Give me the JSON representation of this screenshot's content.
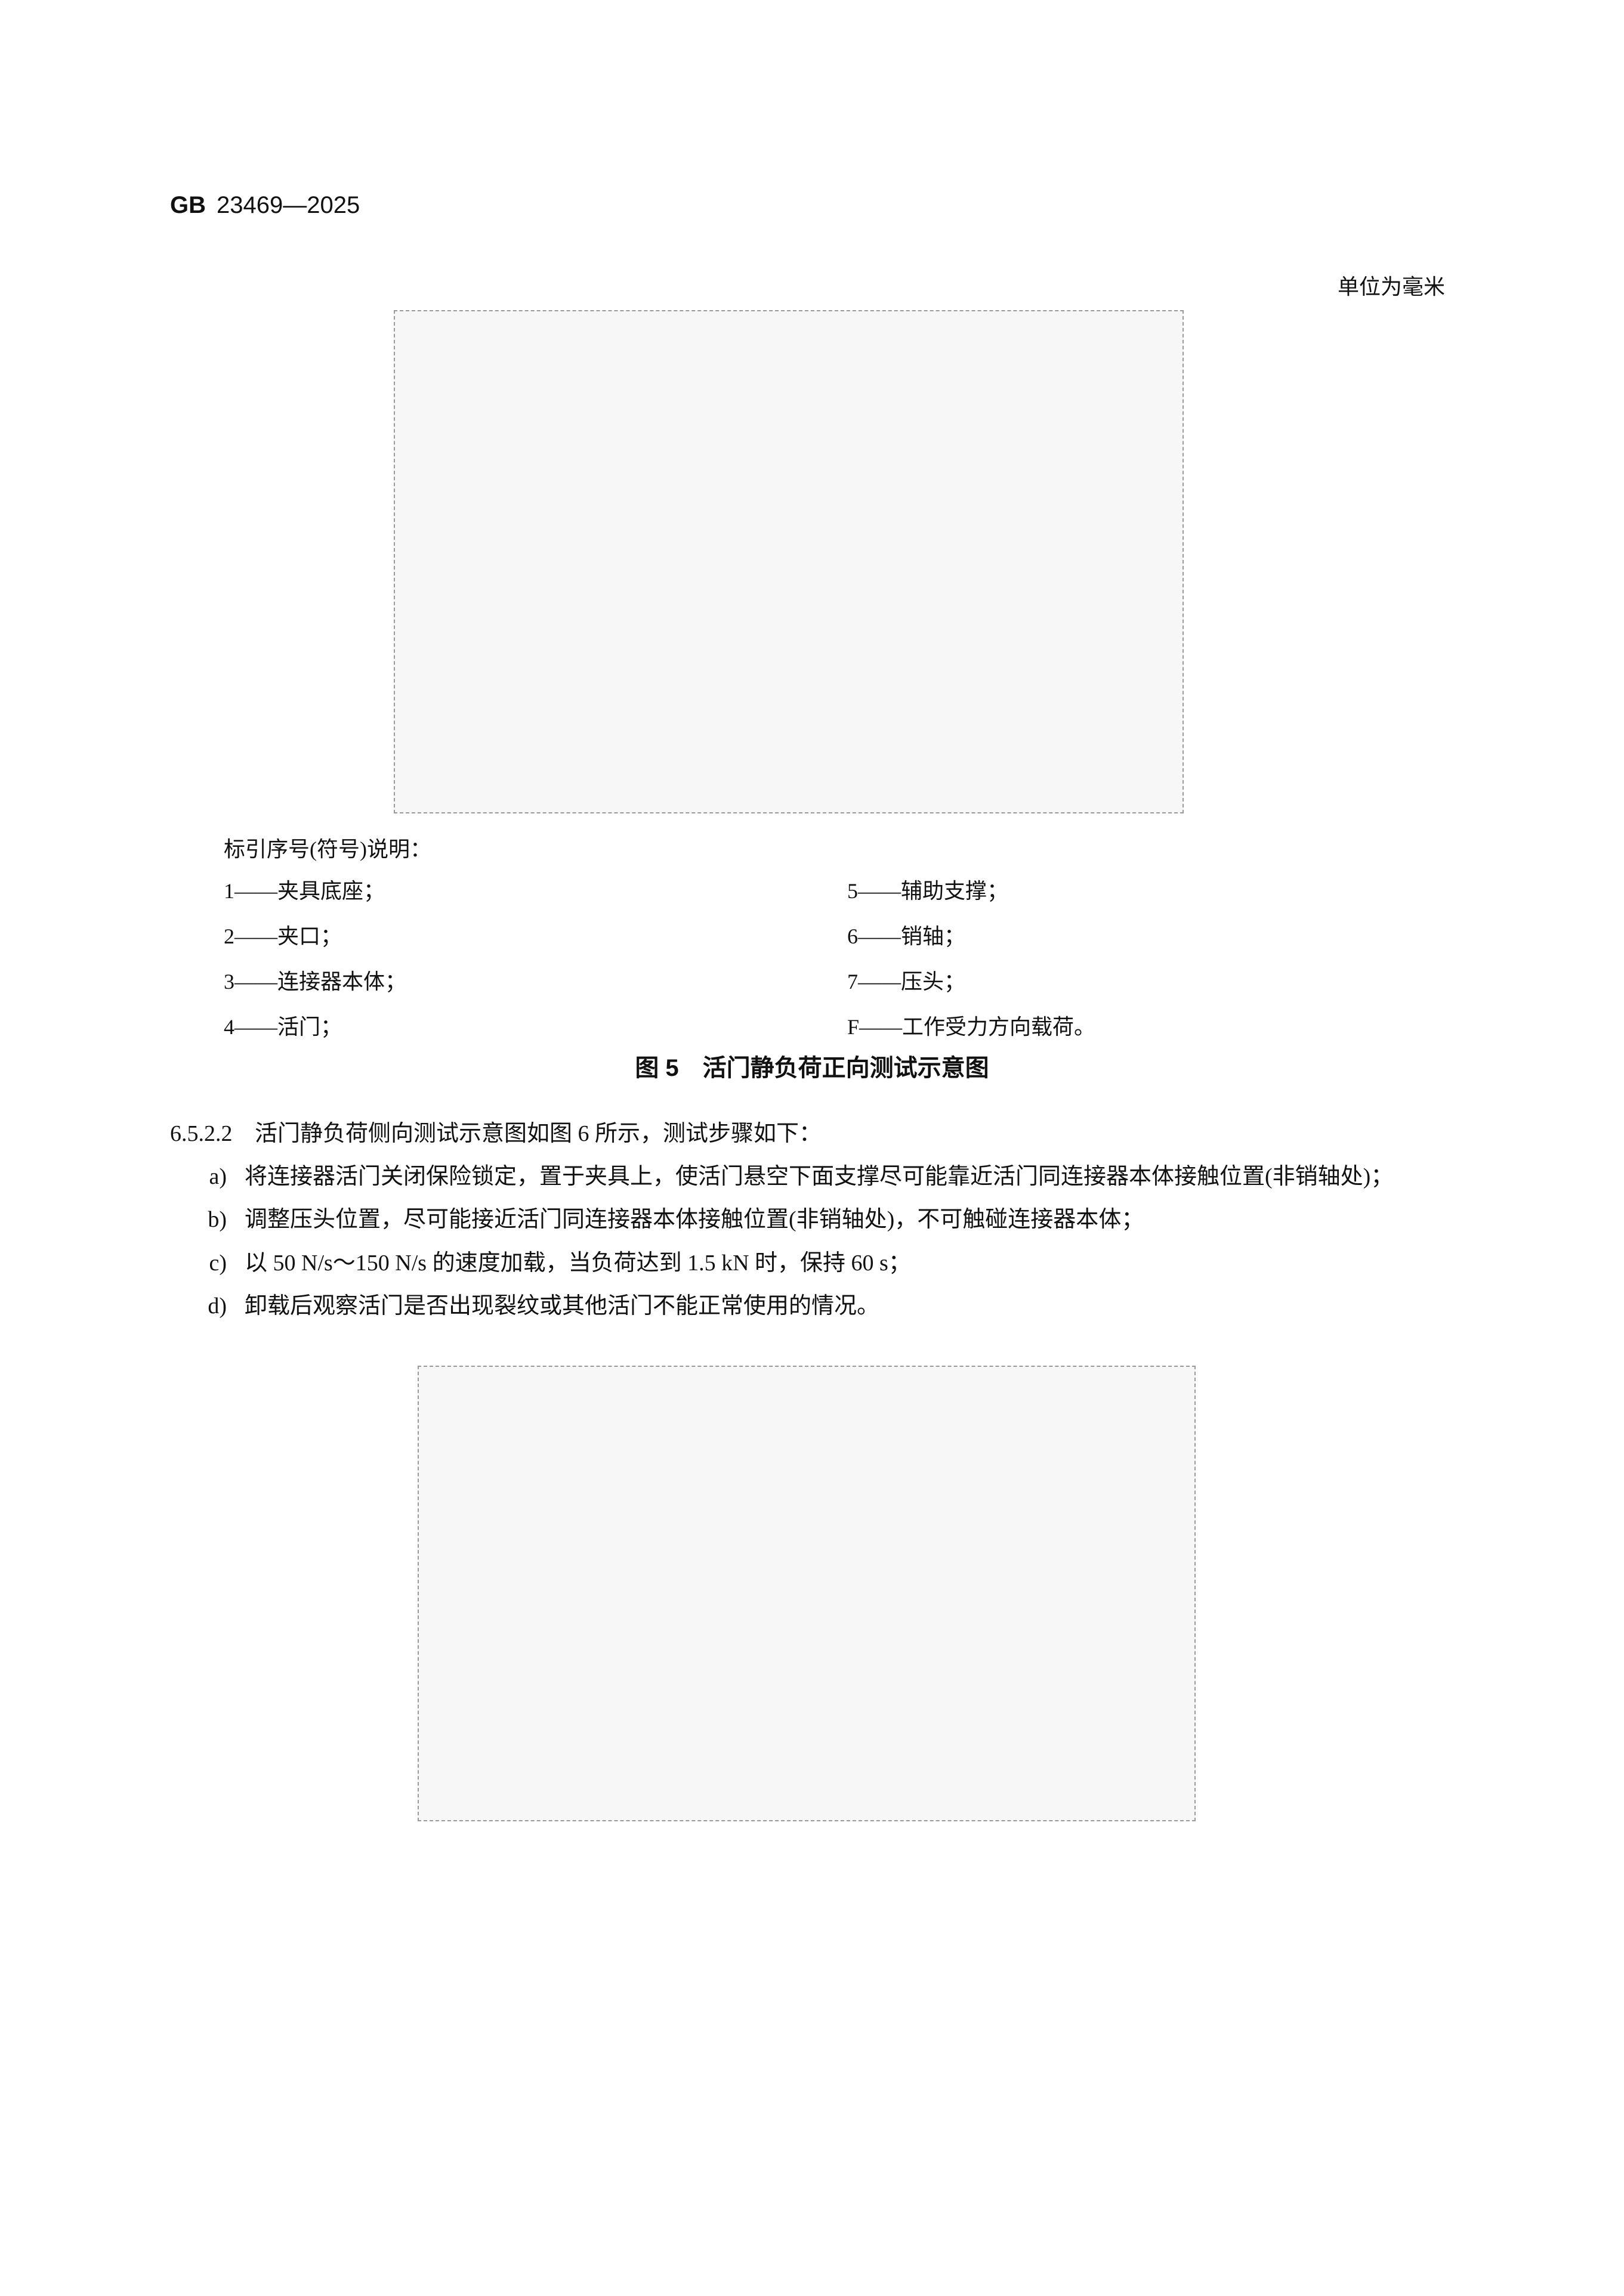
{
  "header": {
    "code": "GB",
    "number": "23469—2025"
  },
  "unit_note": "单位为毫米",
  "figure5": {
    "legend_title": "标引序号(符号)说明：",
    "items": [
      "1——夹具底座；",
      "5——辅助支撑；",
      "2——夹口；",
      "6——销轴；",
      "3——连接器本体；",
      "7——压头；",
      "4——活门；",
      "F——工作受力方向载荷。"
    ],
    "caption": "图 5　活门静负荷正向测试示意图"
  },
  "section": {
    "number": "6.5.2.2",
    "title": "活门静负荷侧向测试示意图如图 6 所示，测试步骤如下：",
    "steps": [
      {
        "key": "a)",
        "text": "将连接器活门关闭保险锁定，置于夹具上，使活门悬空下面支撑尽可能靠近活门同连接器本体接触位置(非销轴处)；"
      },
      {
        "key": "b)",
        "text": "调整压头位置，尽可能接近活门同连接器本体接触位置(非销轴处)，不可触碰连接器本体；"
      },
      {
        "key": "c)",
        "text": "以 50 N/s～150 N/s 的速度加载，当负荷达到 1.5 kN 时，保持 60 s；"
      },
      {
        "key": "d)",
        "text": "卸载后观察活门是否出现裂纹或其他活门不能正常使用的情况。"
      }
    ]
  }
}
